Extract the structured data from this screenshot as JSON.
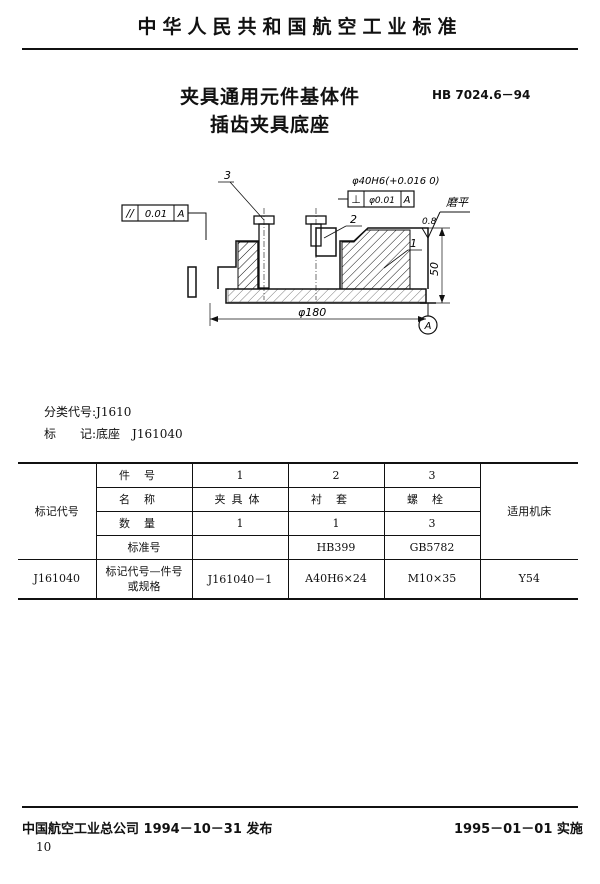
{
  "header": {
    "organization": "中华人民共和国航空工业标准"
  },
  "title": {
    "line1": "夹具通用元件基体件",
    "line2": "插齿夹具底座"
  },
  "standard_number": "HB 7024.6－94",
  "drawing": {
    "callout_3": "3",
    "callout_2": "2",
    "callout_1": "1",
    "bore_dim": "φ40H6(+0.016 0)",
    "perp_symbol": "⊥",
    "perp_tol": "φ0.01",
    "perp_datum": "A",
    "par_symbol": "//",
    "par_tol": "0.01",
    "par_datum": "A",
    "surface_note": "磨平",
    "roughness": "0.8",
    "height_dim": "50",
    "dia_dim": "φ180",
    "datum_label": "A"
  },
  "meta": {
    "class_code": "分类代号:J1610",
    "mark_label": "标　　记:",
    "mark_value": "底座　J161040"
  },
  "table": {
    "col_mark_code": "标记代号",
    "row_labels": {
      "part_no": "件号",
      "name": "名称",
      "qty": "数量",
      "std_no": "标准号",
      "spec": "标记代号—件号\n或规格"
    },
    "applicable": "适用机床",
    "parts": [
      {
        "no": "1",
        "name": "夹具体",
        "qty": "1",
        "std": "",
        "spec": "J161040－1"
      },
      {
        "no": "2",
        "name": "衬套",
        "qty": "1",
        "std": "HB399",
        "spec": "A40H6×24"
      },
      {
        "no": "3",
        "name": "螺栓",
        "qty": "3",
        "std": "GB5782",
        "spec": "M10×35"
      }
    ],
    "row_mark_code": "J161040",
    "machine": "Y54"
  },
  "footer": {
    "issued": "中国航空工业总公司 1994－10－31 发布",
    "effective": "1995－01－01 实施",
    "page": "10"
  }
}
